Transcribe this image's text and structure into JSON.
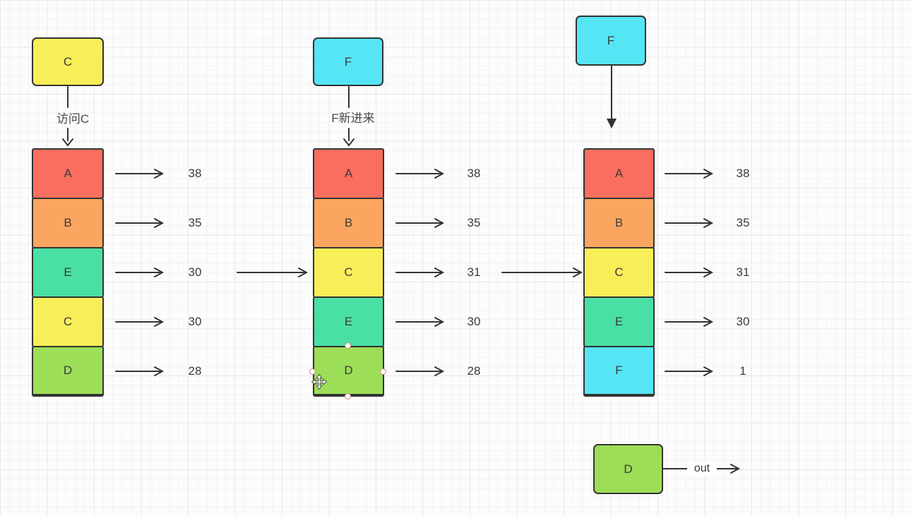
{
  "canvas": {
    "background": "#fcfcfd",
    "grid_minor_color": "#f2f2f5",
    "grid_major_color": "#e8e8ec",
    "stroke_color": "#333333"
  },
  "columns": [
    {
      "top_box": {
        "label": "C",
        "color": "#f8ee58"
      },
      "edge_label": "访问C",
      "stack": [
        {
          "label": "A",
          "color": "#fa6e5f",
          "value": "38"
        },
        {
          "label": "B",
          "color": "#fba660",
          "value": "35"
        },
        {
          "label": "E",
          "color": "#4ae0a5",
          "value": "30"
        },
        {
          "label": "C",
          "color": "#f8ee58",
          "value": "30"
        },
        {
          "label": "D",
          "color": "#9cde58",
          "value": "28"
        }
      ]
    },
    {
      "top_box": {
        "label": "F",
        "color": "#55e5f5"
      },
      "edge_label": "F新进来",
      "stack": [
        {
          "label": "A",
          "color": "#fa6e5f",
          "value": "38"
        },
        {
          "label": "B",
          "color": "#fba660",
          "value": "35"
        },
        {
          "label": "C",
          "color": "#f8ee58",
          "value": "31"
        },
        {
          "label": "E",
          "color": "#4ae0a5",
          "value": "30"
        },
        {
          "label": "D",
          "color": "#9cde58",
          "value": "28"
        }
      ],
      "selection": {
        "selected_box": "D",
        "handle_color": "#c98876",
        "cursor_icon": "move-cursor-icon"
      }
    },
    {
      "top_box": {
        "label": "F",
        "color": "#55e5f5"
      },
      "stack": [
        {
          "label": "A",
          "color": "#fa6e5f",
          "value": "38"
        },
        {
          "label": "B",
          "color": "#fba660",
          "value": "35"
        },
        {
          "label": "C",
          "color": "#f8ee58",
          "value": "31"
        },
        {
          "label": "E",
          "color": "#4ae0a5",
          "value": "30"
        },
        {
          "label": "F",
          "color": "#55e5f5",
          "value": "1"
        }
      ]
    }
  ],
  "evicted": {
    "label": "D",
    "color": "#9cde58",
    "edge_label": "out"
  }
}
